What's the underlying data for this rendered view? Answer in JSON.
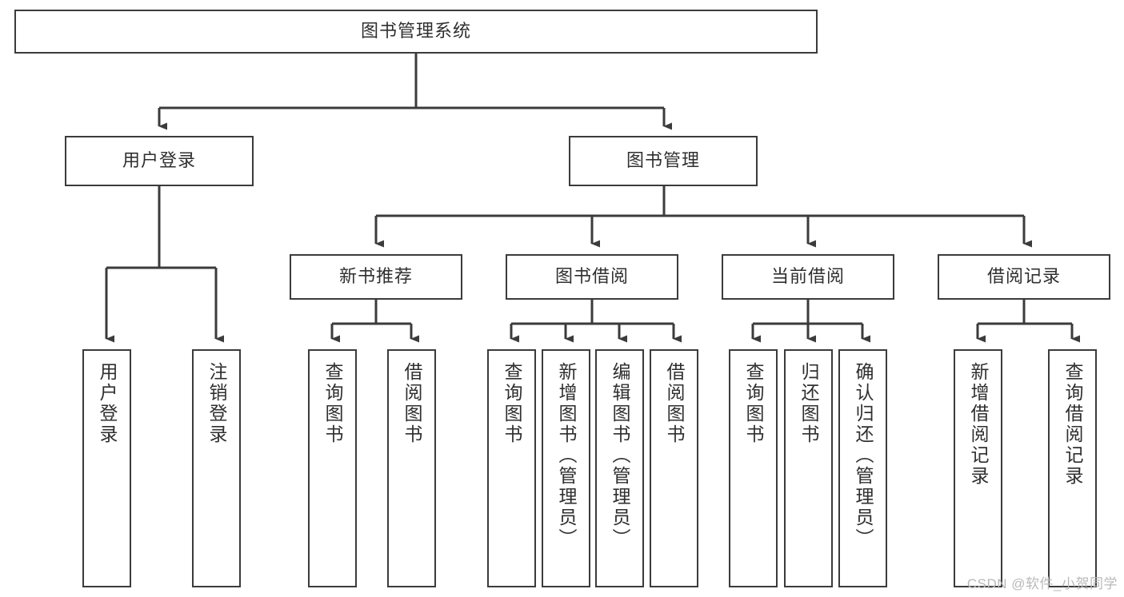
{
  "diagram": {
    "type": "tree-hierarchy-flowchart",
    "root": {
      "id": "root",
      "label": "图书管理系统"
    },
    "level2": [
      {
        "id": "user-login",
        "label": "用户登录"
      },
      {
        "id": "book-manage",
        "label": "图书管理"
      }
    ],
    "level3": [
      {
        "id": "new-book-recommend",
        "label": "新书推荐"
      },
      {
        "id": "book-borrow",
        "label": "图书借阅"
      },
      {
        "id": "current-borrow",
        "label": "当前借阅"
      },
      {
        "id": "borrow-record",
        "label": "借阅记录"
      }
    ],
    "leaves": {
      "user_login": [
        {
          "id": "leaf-user-login",
          "label": "用户登录"
        },
        {
          "id": "leaf-logout-login",
          "label": "注销登录"
        }
      ],
      "new_book_recommend": [
        {
          "id": "leaf-query-book-1",
          "label": "查询图书"
        },
        {
          "id": "leaf-borrow-book-1",
          "label": "借阅图书"
        }
      ],
      "book_borrow": [
        {
          "id": "leaf-query-book-2",
          "label": "查询图书"
        },
        {
          "id": "leaf-add-book",
          "label": "新增图书（管理员）"
        },
        {
          "id": "leaf-edit-book",
          "label": "编辑图书（管理员）"
        },
        {
          "id": "leaf-borrow-book-2",
          "label": "借阅图书"
        }
      ],
      "current_borrow": [
        {
          "id": "leaf-query-book-3",
          "label": "查询图书"
        },
        {
          "id": "leaf-return-book",
          "label": "归还图书"
        },
        {
          "id": "leaf-confirm-return",
          "label": "确认归还（管理员）"
        }
      ],
      "borrow_record": [
        {
          "id": "leaf-add-record",
          "label": "新增借阅记录"
        },
        {
          "id": "leaf-query-record",
          "label": "查询借阅记录"
        }
      ]
    },
    "watermark": "CSDN @软件_小贺同学",
    "colors": {
      "stroke": "#3b3b3b",
      "background": "#ffffff",
      "text": "#2f2f2f",
      "watermark": "#b9b9b9"
    }
  }
}
